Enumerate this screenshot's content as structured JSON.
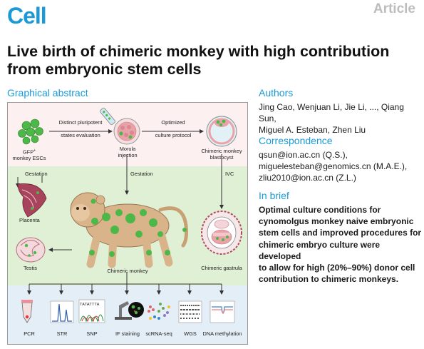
{
  "header": {
    "journal": "Cell",
    "type": "Article"
  },
  "title": {
    "line1": "Live birth of chimeric monkey with high contribution",
    "line2": "from embryonic stem cells"
  },
  "graphical_abstract": {
    "heading": "Graphical abstract",
    "top": {
      "esc_label1": "GFP",
      "esc_sup": "+",
      "esc_label2": "monkey ESCs",
      "step1_line1": "Distinct pluripotent",
      "step1_line2": "states evaluation",
      "morula_line1": "Morula",
      "morula_line2": "injection",
      "step2_line1": "Optimized",
      "step2_line2": "culture protocol",
      "blasto_line1": "Chimeric monkey",
      "blasto_line2": "blastocyst"
    },
    "middle": {
      "gestation_left": "Gestation",
      "gestation_center": "Gestation",
      "ivc": "IVC",
      "placenta": "Placenta",
      "testis": "Testis",
      "monkey": "Chimeric monkey",
      "gastrula": "Chimeric gastrula"
    },
    "bottom": {
      "assays": [
        "PCR",
        "STR",
        "SNP",
        "IF staining",
        "scRNA-seq",
        "WGS",
        "DNA methylation"
      ],
      "snp_sequence": "TATATTTA"
    },
    "colors": {
      "gfp_green": "#4cb848",
      "embryo_pink": "#e8a2a8",
      "accent_blue": "#1b9ad6"
    }
  },
  "authors": {
    "heading": "Authors",
    "line1": "Jing Cao, Wenjuan Li, Jie Li, ..., Qiang Sun,",
    "line2": "Miguel A. Esteban, Zhen Liu"
  },
  "correspondence": {
    "heading": "Correspondence",
    "emails": [
      "qsun@ion.ac.cn (Q.S.),",
      "miguelesteban@genomics.cn (M.A.E.),",
      "zliu2010@ion.ac.cn (Z.L.)"
    ]
  },
  "in_brief": {
    "heading": "In brief",
    "lines": [
      "Optimal culture conditions for",
      "cynomolgus monkey naive embryonic",
      "stem cells and improved procedures for",
      "chimeric embryo culture were developed",
      "to allow for high (20%–90%) donor cell",
      "contribution to chimeric monkeys."
    ]
  }
}
